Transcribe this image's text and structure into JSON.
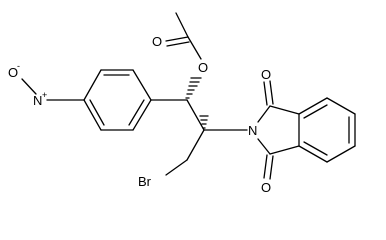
{
  "molecule": {
    "atoms": {
      "ester_o": "O",
      "carbonyl_o_acetyl": "O",
      "nitro_o_minus": "O",
      "nitro_minus": "-",
      "nitro_n": "N",
      "nitro_plus": "+",
      "imide_o_top": "O",
      "imide_n": "N",
      "imide_o_bottom": "O",
      "bromine": "Br"
    }
  }
}
